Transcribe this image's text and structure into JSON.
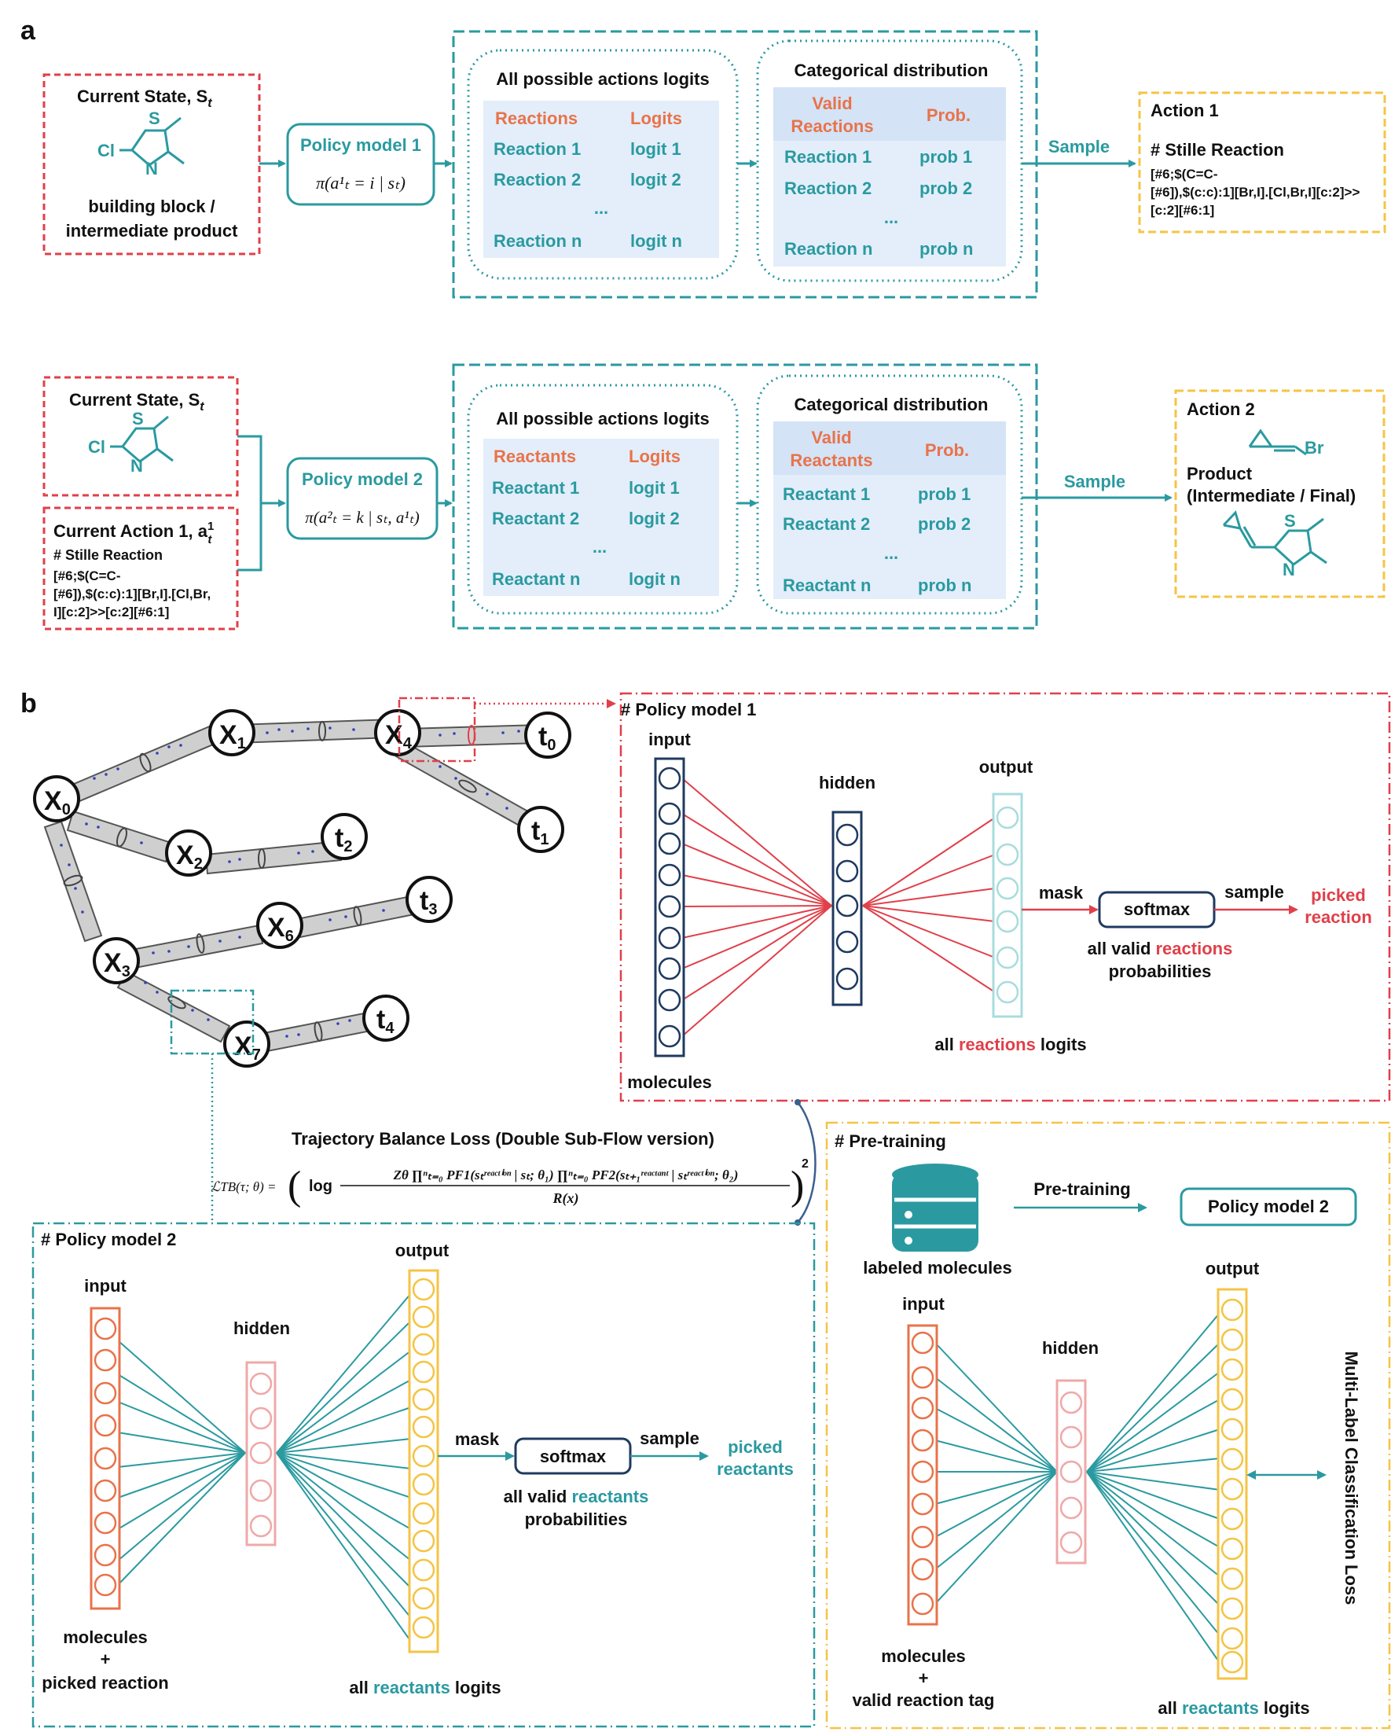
{
  "panel_a": {
    "label": "a",
    "row1": {
      "state_title": "Current State, S",
      "state_title_sub": "t",
      "molecule_cl": "Cl",
      "molecule_s": "S",
      "molecule_n": "N",
      "state_caption_1": "building block /",
      "state_caption_2": "intermediate product",
      "policy_title": "Policy model 1",
      "policy_formula": "π(a¹ₜ = i | sₜ)",
      "logits_title": "All possible actions logits",
      "logits_headers": [
        "Reactions",
        "Logits"
      ],
      "logits_rows": [
        [
          "Reaction 1",
          "logit 1"
        ],
        [
          "Reaction 2",
          "logit 2"
        ],
        [
          "...",
          ""
        ],
        [
          "Reaction n",
          "logit n"
        ]
      ],
      "dist_title": "Categorical distribution",
      "dist_headers": [
        "Valid",
        "Reactions",
        "Prob."
      ],
      "dist_rows": [
        [
          "Reaction 1",
          "prob 1"
        ],
        [
          "Reaction 2",
          "prob 2"
        ],
        [
          "...",
          ""
        ],
        [
          "Reaction n",
          "prob n"
        ]
      ],
      "sample_label": "Sample",
      "action_title": "Action 1",
      "action_name": "# Stille Reaction",
      "action_smarts": [
        "[#6;$(C=C-",
        "[#6]),$(c:c):1][Br,I].[Cl,Br,I][c:2]>>",
        "[c:2][#6:1]"
      ]
    },
    "row2": {
      "state_title": "Current State, S",
      "state_title_sub": "t",
      "molecule_cl": "Cl",
      "molecule_s": "S",
      "molecule_n": "N",
      "action_title": "Current Action 1, a",
      "action_title_sub": "t",
      "action_title_sup": "1",
      "action_name": "# Stille Reaction",
      "action_smarts": [
        "[#6;$(C=C-",
        "[#6]),$(c:c):1][Br,I].[Cl,Br,",
        "I][c:2]>>[c:2][#6:1]"
      ],
      "policy_title": "Policy model 2",
      "policy_formula": "π(a²ₜ = k | sₜ, a¹ₜ)",
      "logits_title": "All possible actions logits",
      "logits_headers": [
        "Reactants",
        "Logits"
      ],
      "logits_rows": [
        [
          "Reactant 1",
          "logit 1"
        ],
        [
          "Reactant 2",
          "logit 2"
        ],
        [
          "...",
          ""
        ],
        [
          "Reactant n",
          "logit n"
        ]
      ],
      "dist_title": "Categorical distribution",
      "dist_headers": [
        "Valid",
        "Reactants",
        "Prob."
      ],
      "dist_rows": [
        [
          "Reactant 1",
          "prob 1"
        ],
        [
          "Reactant 2",
          "prob 2"
        ],
        [
          "...",
          ""
        ],
        [
          "Reactant n",
          "prob n"
        ]
      ],
      "sample_label": "Sample",
      "out_title": "Action 2",
      "out_br": "Br",
      "out_product": "Product",
      "out_product_sub": "(Intermediate / Final)",
      "out_s": "S",
      "out_n": "N"
    }
  },
  "panel_b": {
    "label": "b",
    "nodes": [
      {
        "id": "x0",
        "letter": "X",
        "sub": "0"
      },
      {
        "id": "x1",
        "letter": "X",
        "sub": "1"
      },
      {
        "id": "x2",
        "letter": "X",
        "sub": "2"
      },
      {
        "id": "x3",
        "letter": "X",
        "sub": "3"
      },
      {
        "id": "x4",
        "letter": "X",
        "sub": "4"
      },
      {
        "id": "x6",
        "letter": "X",
        "sub": "6"
      },
      {
        "id": "x7",
        "letter": "X",
        "sub": "7"
      },
      {
        "id": "t0",
        "letter": "t",
        "sub": "0"
      },
      {
        "id": "t1",
        "letter": "t",
        "sub": "1"
      },
      {
        "id": "t2",
        "letter": "t",
        "sub": "2"
      },
      {
        "id": "t3",
        "letter": "t",
        "sub": "3"
      },
      {
        "id": "t4",
        "letter": "t",
        "sub": "4"
      }
    ],
    "pm1": {
      "title": "# Policy model 1",
      "input": "input",
      "hidden": "hidden",
      "output": "output",
      "mask": "mask",
      "softmax": "softmax",
      "sample": "sample",
      "picked_1": "picked",
      "picked_2": "reaction",
      "valid_1_a": "all valid ",
      "valid_1_b": "reactions",
      "valid_2": "probabilities",
      "logits_a": "all ",
      "logits_b": "reactions",
      "logits_c": " logits",
      "molecules": "molecules"
    },
    "loss": {
      "title": "Trajectory Balance Loss (Double Sub-Flow version)",
      "lhs": "ℒTB(τ; θ) = ",
      "numerator": "Zθ ∏ⁿₜ₌₀ PF1(sₜʳᵉᵃᶜᵗⁱᵒⁿ | sₜ; θ₁) ∏ⁿₜ₌₀ PF2(sₜ₊₁ʳᵉᵃᶜᵗᵃⁿᵗ | sₜʳᵉᵃᶜᵗⁱᵒⁿ; θ₂)",
      "log": "log",
      "denominator": "R(x)",
      "power": "2"
    },
    "pm2": {
      "title": "# Policy model 2",
      "input": "input",
      "hidden": "hidden",
      "output": "output",
      "mask": "mask",
      "softmax": "softmax",
      "sample": "sample",
      "picked_1": "picked",
      "picked_2": "reactants",
      "valid_1_a": "all valid ",
      "valid_1_b": "reactants",
      "valid_2": "probabilities",
      "logits_a": "all ",
      "logits_b": "reactants",
      "logits_c": " logits",
      "molecules_1": "molecules",
      "molecules_2": "+",
      "molecules_3": "picked reaction"
    },
    "pretrain": {
      "title": "# Pre-training",
      "arrow_label": "Pre-training",
      "target": "Policy model 2",
      "db_label": "labeled molecules",
      "input": "input",
      "hidden": "hidden",
      "output": "output",
      "side_label": "Multi-Label Classification Loss",
      "molecules_1": "molecules",
      "molecules_2": "+",
      "molecules_3": "valid reaction tag",
      "logits_a": "all ",
      "logits_b": "reactants",
      "logits_c": " logits"
    }
  },
  "colors": {
    "teal": "#2a9aa0",
    "red": "#e0404a",
    "orange": "#e8734a",
    "yellow": "#f5c445",
    "navy": "#1f3a5f",
    "light_teal": "#a9dcdc",
    "pink": "#f0a8a8",
    "table_bg": "#e3eefa"
  }
}
